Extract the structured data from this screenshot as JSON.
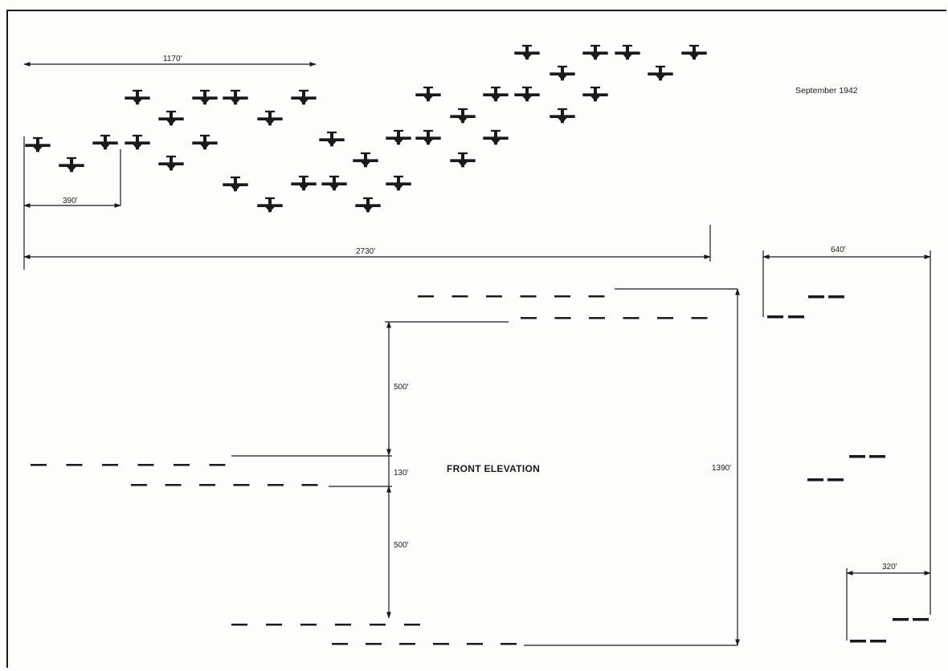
{
  "header": {
    "date": "September 1942"
  },
  "plan_view": {
    "dimensions": {
      "lead_span": "1170'",
      "element_spacing": "390'",
      "total_width": "2730'"
    }
  },
  "front_elevation": {
    "title": "FRONT ELEVATION",
    "dimensions": {
      "upper_gap": "500'",
      "middle_gap": "130'",
      "lower_gap": "500'",
      "total_height": "1390'"
    }
  },
  "side_view": {
    "dimensions": {
      "width": "640'",
      "lower_width": "320'"
    }
  },
  "icons": {
    "plan_aircraft": "aircraft-plan-icon",
    "elevation_aircraft": "aircraft-front-icon",
    "side_aircraft": "aircraft-side-icon"
  },
  "colors": {
    "ink": "#1a1a1a",
    "paper": "#fdfdfb"
  }
}
